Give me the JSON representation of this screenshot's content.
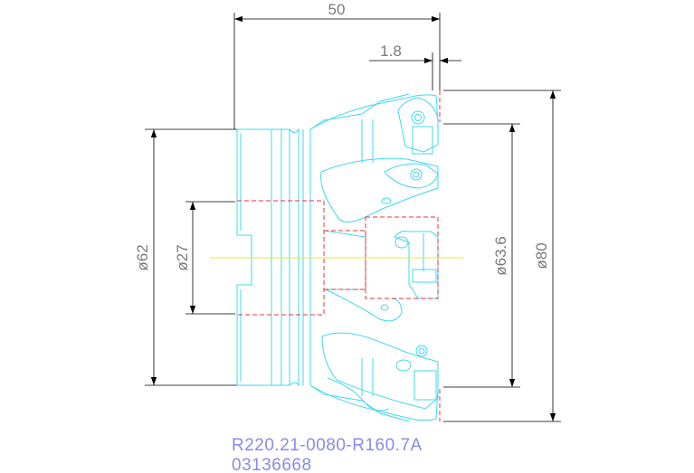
{
  "drawing": {
    "dimensions": {
      "overall_length": "50",
      "axial_offset": "1.8",
      "shank_diameter": "ø62",
      "bore_diameter": "ø27",
      "effective_diameter": "ø63.6",
      "cutting_diameter": "ø80"
    },
    "part_number": "R220.21-0080-R160.7A",
    "order_code": "03136668"
  },
  "colors": {
    "tool_outline": "#3fd8ef",
    "hidden_lines": "#ee3333",
    "centerline": "#e8e830",
    "dimension_lines": "#000000",
    "dimension_text": "#7a7a7a",
    "part_text": "#8a8ae8"
  }
}
